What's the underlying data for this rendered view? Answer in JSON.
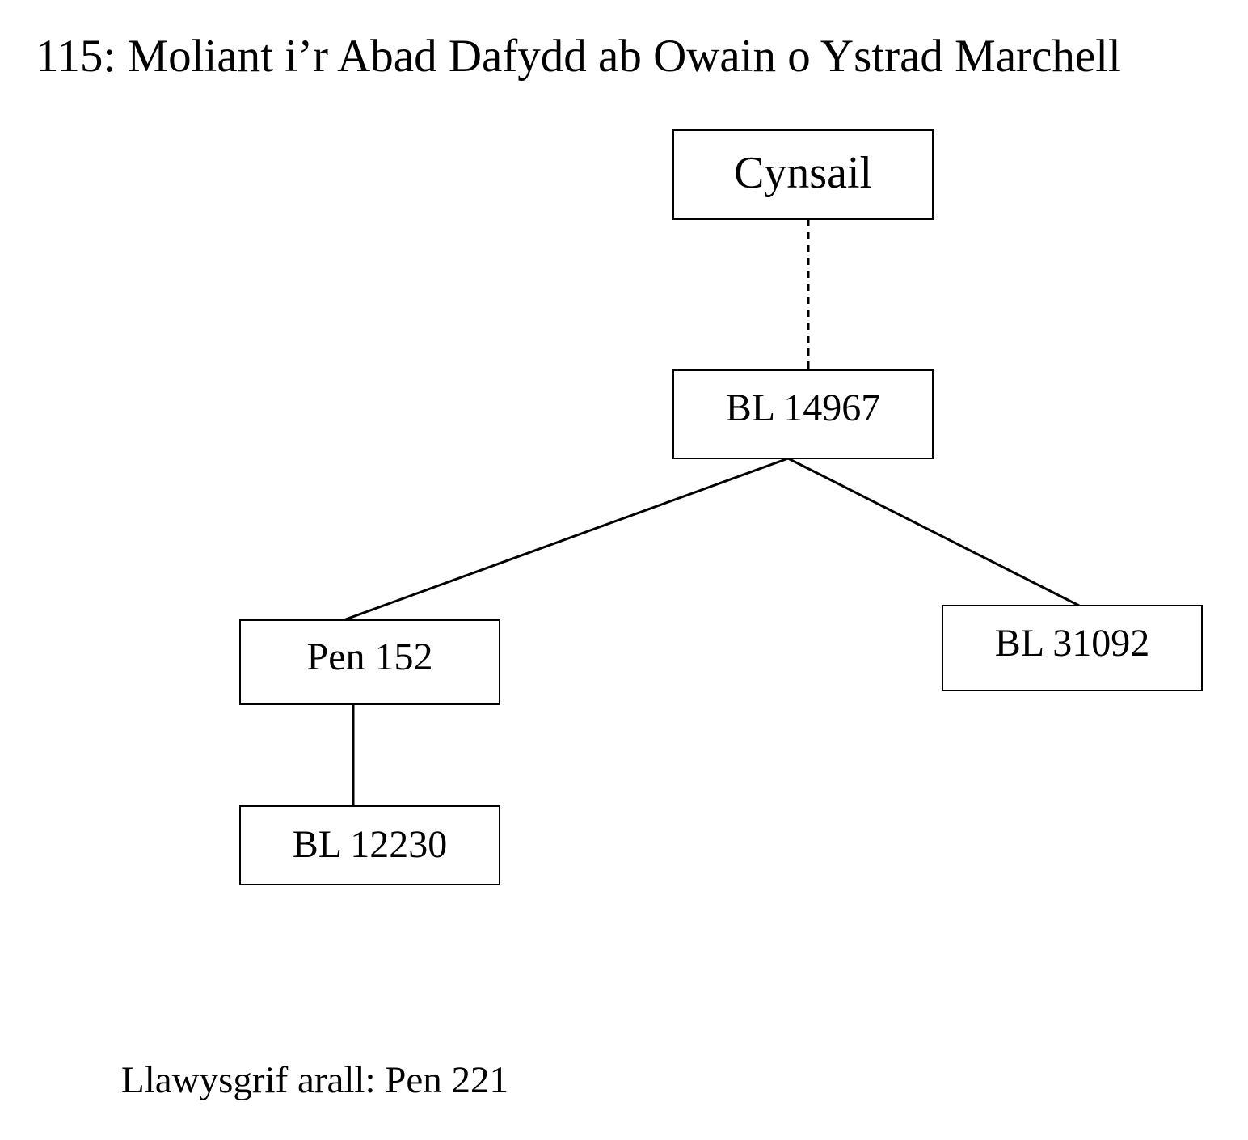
{
  "title": "115: Moliant i’r Abad Dafydd ab Owain o Ystrad Marchell",
  "nodes": [
    {
      "id": "cynsail",
      "label": "Cynsail"
    },
    {
      "id": "bl14967",
      "label": "BL 14967"
    },
    {
      "id": "pen152",
      "label": "Pen 152"
    },
    {
      "id": "bl31092",
      "label": "BL 31092"
    },
    {
      "id": "bl12230",
      "label": "BL 12230"
    }
  ],
  "edges": [
    {
      "from": "cynsail",
      "to": "bl14967",
      "style": "dashed"
    },
    {
      "from": "bl14967",
      "to": "pen152",
      "style": "solid"
    },
    {
      "from": "bl14967",
      "to": "bl31092",
      "style": "solid"
    },
    {
      "from": "pen152",
      "to": "bl12230",
      "style": "solid"
    }
  ],
  "footnote": "Llawysgrif arall: Pen 221"
}
